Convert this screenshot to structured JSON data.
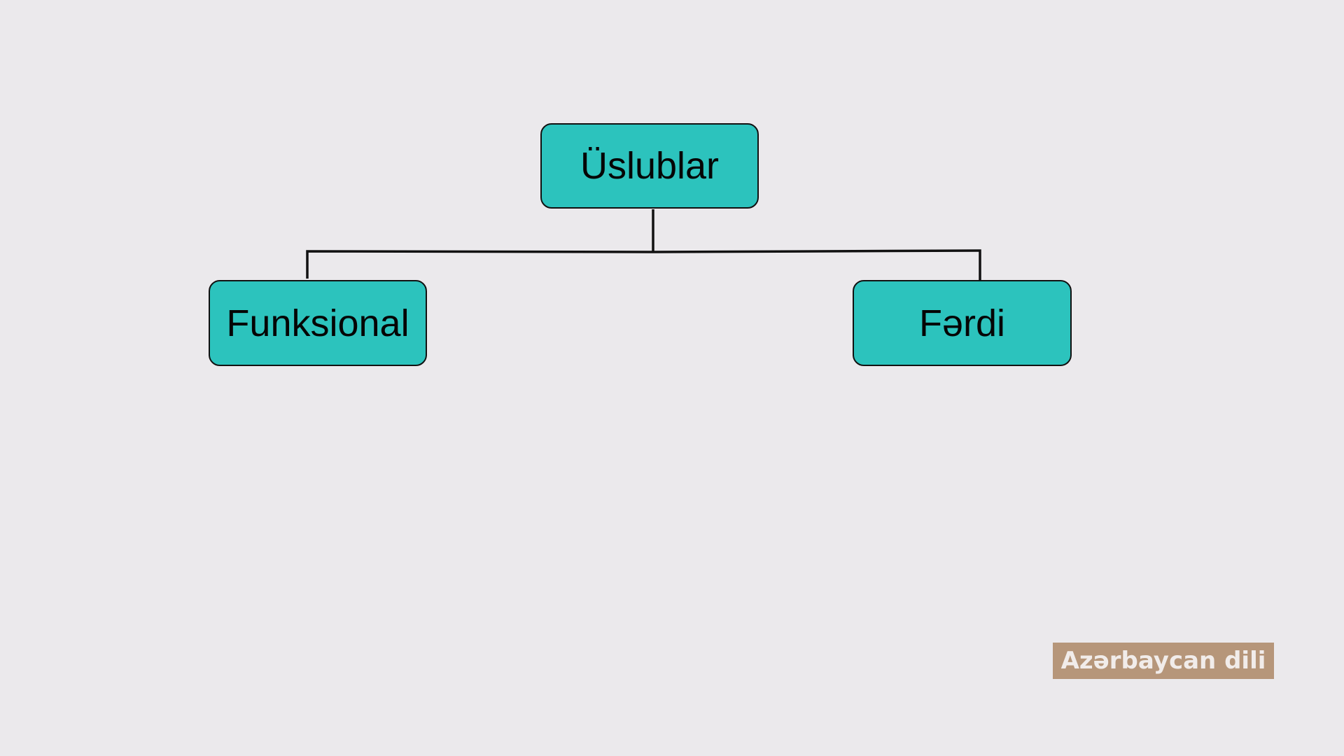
{
  "diagram": {
    "root": {
      "label": "Üslublar"
    },
    "children": [
      {
        "label": "Funksional"
      },
      {
        "label": "Fərdi"
      }
    ]
  },
  "badge": {
    "label": "Azərbaycan dili"
  },
  "colors": {
    "node_fill": "#2cc3bd",
    "background": "#ebe9ec",
    "badge": "#b6967a"
  }
}
